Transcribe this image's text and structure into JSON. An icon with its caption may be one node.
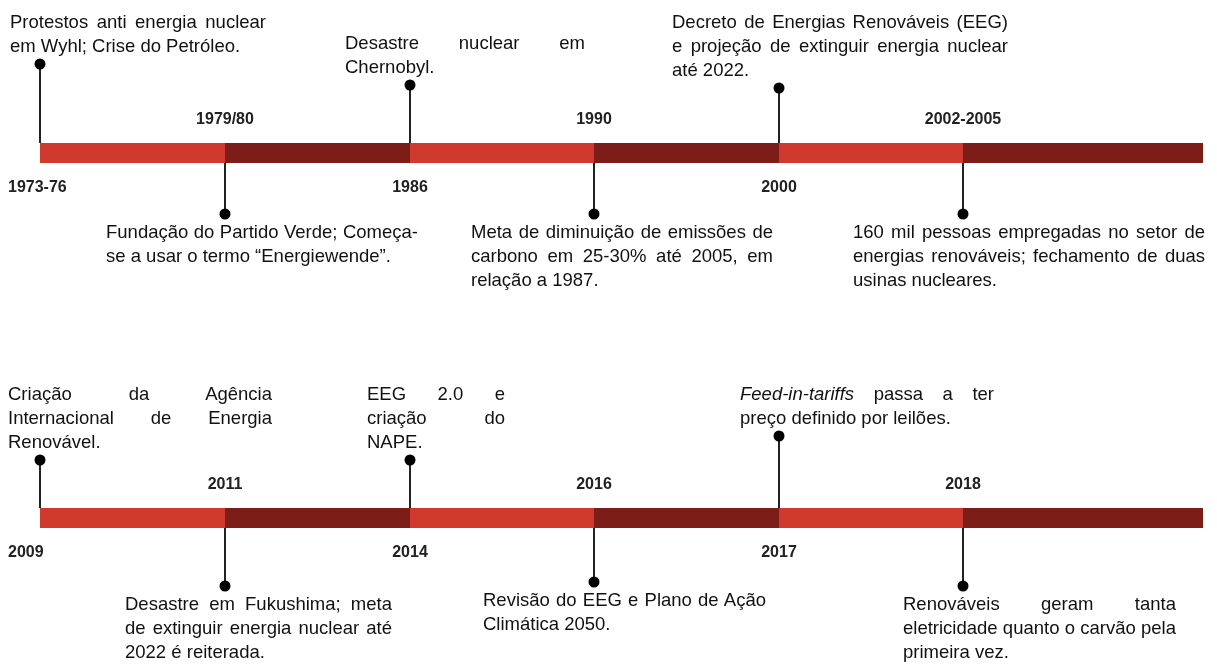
{
  "diagram": {
    "nodes": [
      {
        "text": [
          "Protestos anti energia nuclear em Wyhl; Crise do Petróleo."
        ]
      },
      {
        "text": [
          "Fundação do Partido Verde; Começa-se a usar o termo “Energiewende”."
        ]
      },
      {
        "text": [
          "Desastre nuclear em Chernobyl."
        ]
      },
      {
        "text": [
          "Meta de diminuição de emissões de carbono em 25-30% até 2005, em relação a 1987."
        ]
      },
      {
        "text": [
          "Decreto de Energias Renováveis (EEG) e projeção de extinguir energia nuclear até 2022."
        ]
      },
      {
        "text": [
          "160 mil pessoas empregadas no setor de energias renováveis; fechamento de duas usinas nucleares."
        ]
      },
      {
        "text": [],
        "shape": "bar",
        "beside": [
          "1973-76"
        ]
      },
      {
        "text": [],
        "shape": "bar",
        "beside": [
          "1979/80"
        ]
      },
      {
        "text": [],
        "shape": "bar",
        "beside": [
          "1986"
        ]
      },
      {
        "text": [],
        "shape": "bar",
        "beside": [
          "1990"
        ]
      },
      {
        "text": [],
        "shape": "bar",
        "beside": [
          "2000"
        ]
      },
      {
        "text": [],
        "shape": "bar",
        "beside": [
          "2002-2005"
        ]
      },
      {
        "text": [
          "Criação da Agência Internacional de Energia Renovável."
        ]
      },
      {
        "text": [
          "Desastre em Fukushima; meta de extinguir energia nuclear até 2022 é reiterada."
        ]
      },
      {
        "text": [
          "EEG 2.0 e criação do NAPE."
        ]
      },
      {
        "text": [
          "Revisão do EEG e Plano de Ação Climática 2050."
        ]
      },
      {
        "text": [
          "*Feed-in-tariffs* passa a ter preço definido por leilões."
        ]
      },
      {
        "text": [
          "Renováveis geram tanta eletricidade quanto o carvão pela primeira vez."
        ]
      },
      {
        "text": [],
        "shape": "bar",
        "beside": [
          "2009"
        ]
      },
      {
        "text": [],
        "shape": "bar",
        "beside": [
          "2011"
        ]
      },
      {
        "text": [],
        "shape": "bar",
        "beside": [
          "2014"
        ]
      },
      {
        "text": [],
        "shape": "bar",
        "beside": [
          "2016"
        ]
      },
      {
        "text": [],
        "shape": "bar",
        "beside": [
          "2017"
        ]
      },
      {
        "text": [],
        "shape": "bar",
        "beside": [
          "2018"
        ]
      }
    ],
    "edges": [
      {
        "from": 0,
        "to": 6,
        "arrow": "other"
      },
      {
        "from": 1,
        "to": 7,
        "arrow": "other"
      },
      {
        "from": 2,
        "to": 8,
        "arrow": "other"
      },
      {
        "from": 3,
        "to": 9,
        "arrow": "other"
      },
      {
        "from": 4,
        "to": 10,
        "arrow": "other"
      },
      {
        "from": 5,
        "to": 11,
        "arrow": "other"
      },
      {
        "from": 12,
        "to": 18,
        "arrow": "other"
      },
      {
        "from": 13,
        "to": 19,
        "arrow": "other"
      },
      {
        "from": 14,
        "to": 20,
        "arrow": "other"
      },
      {
        "from": 15,
        "to": 21,
        "arrow": "other"
      },
      {
        "from": 16,
        "to": 22,
        "arrow": "other"
      },
      {
        "from": 17,
        "to": 23,
        "arrow": "other"
      }
    ]
  }
}
